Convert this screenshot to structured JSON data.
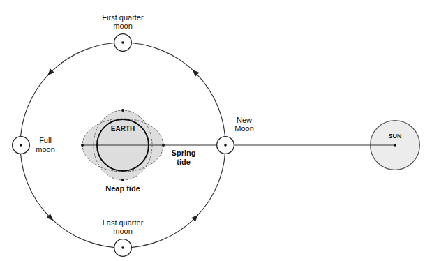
{
  "diagram": {
    "nodes": [
      {
        "text": [
          "First quarter moon"
        ]
      },
      {
        "text": [
          "Full moon"
        ]
      },
      {
        "text": [
          "EARTH"
        ]
      },
      {
        "text": [
          "New Moon"
        ]
      },
      {
        "text": [
          "SUN"
        ]
      },
      {
        "text": [
          "Last quarter moon"
        ]
      }
    ],
    "edges": [
      {
        "from": 2,
        "to": 3,
        "arrow": "none"
      },
      {
        "from": 3,
        "to": 4,
        "arrow": "none"
      }
    ],
    "labels": [
      "Spring tide",
      "Neap tide"
    ]
  }
}
